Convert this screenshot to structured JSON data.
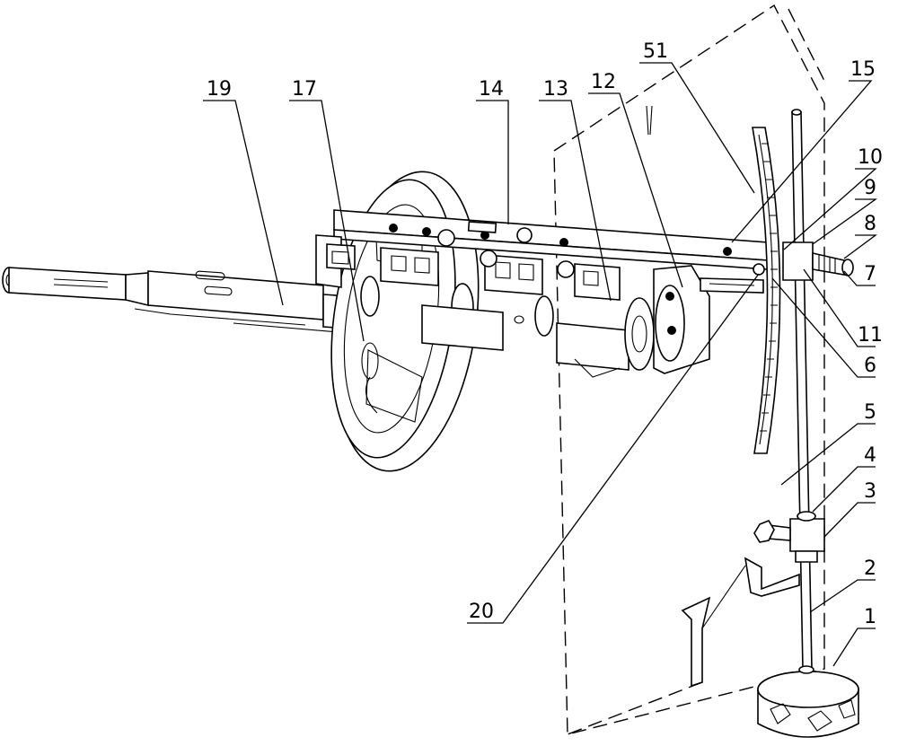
{
  "callouts": {
    "c19": "19",
    "c17": "17",
    "c14": "14",
    "c13": "13",
    "c12": "12",
    "c51": "51",
    "c15": "15",
    "c10": "10",
    "c9": "9",
    "c8": "8",
    "c7": "7",
    "c11": "11",
    "c6": "6",
    "c5": "5",
    "c4": "4",
    "c3": "3",
    "c2": "2",
    "c1": "1",
    "c20": "20"
  }
}
